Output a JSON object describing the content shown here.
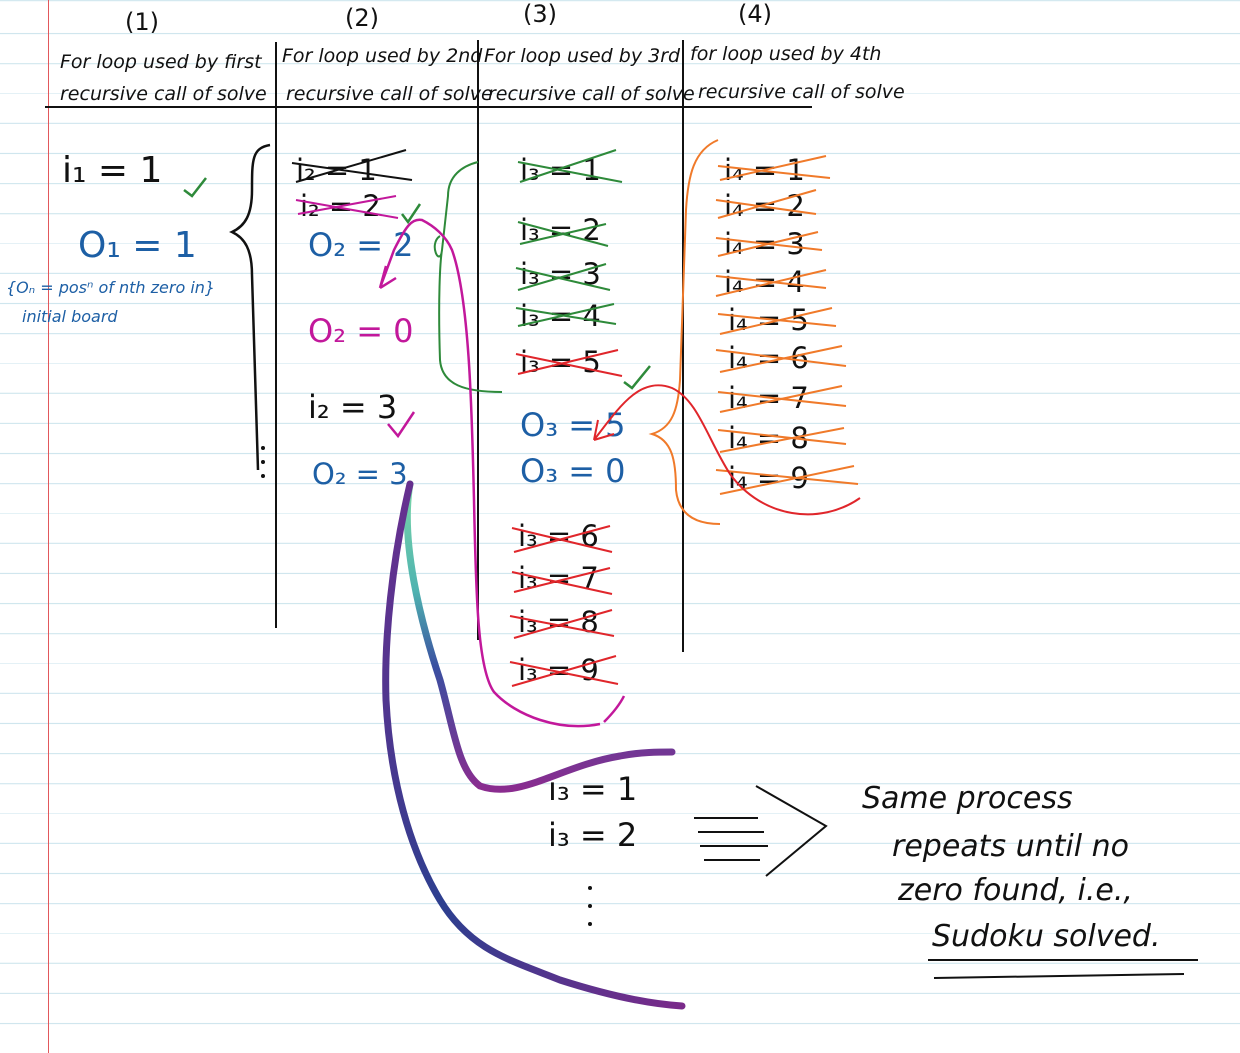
{
  "columns": [
    {
      "index": "(1)",
      "header_line1": "For loop used by first",
      "header_line2": "recursive call of solve"
    },
    {
      "index": "(2)",
      "header_line1": "For loop used by 2nd",
      "header_line2": "recursive call of solve"
    },
    {
      "index": "(3)",
      "header_line1": "For loop used by 3rd",
      "header_line2": "recursive call of solve"
    },
    {
      "index": "(4)",
      "header_line1": "for loop used by 4th",
      "header_line2": "recursive call of solve"
    }
  ],
  "col1": {
    "i_line": "i₁ = 1",
    "o_line": "O₁ = 1",
    "note_line1": "{Oₙ = posⁿ of nth zero in}",
    "note_line2": "initial board"
  },
  "col2": {
    "struck": [
      "i₂ = 1",
      "i₂ = 2"
    ],
    "lines": [
      "O₂ = 2",
      "O₂ = 0",
      "i₂ = 3",
      "O₂ = 3"
    ]
  },
  "col3": {
    "struck_green": [
      "i₃ = 1",
      "i₃ = 2",
      "i₃ = 3",
      "i₃ = 4"
    ],
    "struck_red_top": [
      "i₃ = 5"
    ],
    "lines": [
      "O₃ = 5",
      "O₃ = 0"
    ],
    "struck_red_bottom": [
      "i₃ = 6",
      "i₃ = 7",
      "i₃ = 8",
      "i₃ = 9"
    ],
    "continued": [
      "i₃ = 1",
      "i₃ = 2"
    ]
  },
  "col4": {
    "struck": [
      "i₄ = 1",
      "i₄ = 2",
      "i₄ = 3",
      "i₄ = 4",
      "i₄ = 5",
      "i₄ = 6",
      "i₄ = 7",
      "i₄ = 8",
      "i₄ = 9"
    ]
  },
  "final_note": {
    "line1": "Same process",
    "line2": "repeats until no",
    "line3": "zero found, i.e.,",
    "line4": "Sudoku solved."
  },
  "colors": {
    "ink": "#111111",
    "blue": "#1d5fa5",
    "magenta": "#c2189b",
    "green": "#2e8a3a",
    "orange": "#f07a2a",
    "red": "#e0262b",
    "rule": "#cfe6ee",
    "margin": "#e2585c"
  }
}
